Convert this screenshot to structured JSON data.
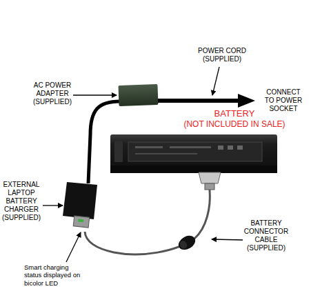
{
  "diagram": {
    "labels": [
      "POWER CORD (SUPPLIED)",
      "AC POWER ADAPTER (SUPPLIED)",
      "CONNECT TO POWER SOCKET",
      "BATTERY",
      "(NOT INCLUDED IN SALE)",
      "EXTERNAL LAPTOP BATTERY CHARGER (SUPPLIED)",
      "BATTERY CONNECTOR CABLE (SUPPLIED)",
      "Smart charging status displayed on bicolor LED"
    ]
  }
}
